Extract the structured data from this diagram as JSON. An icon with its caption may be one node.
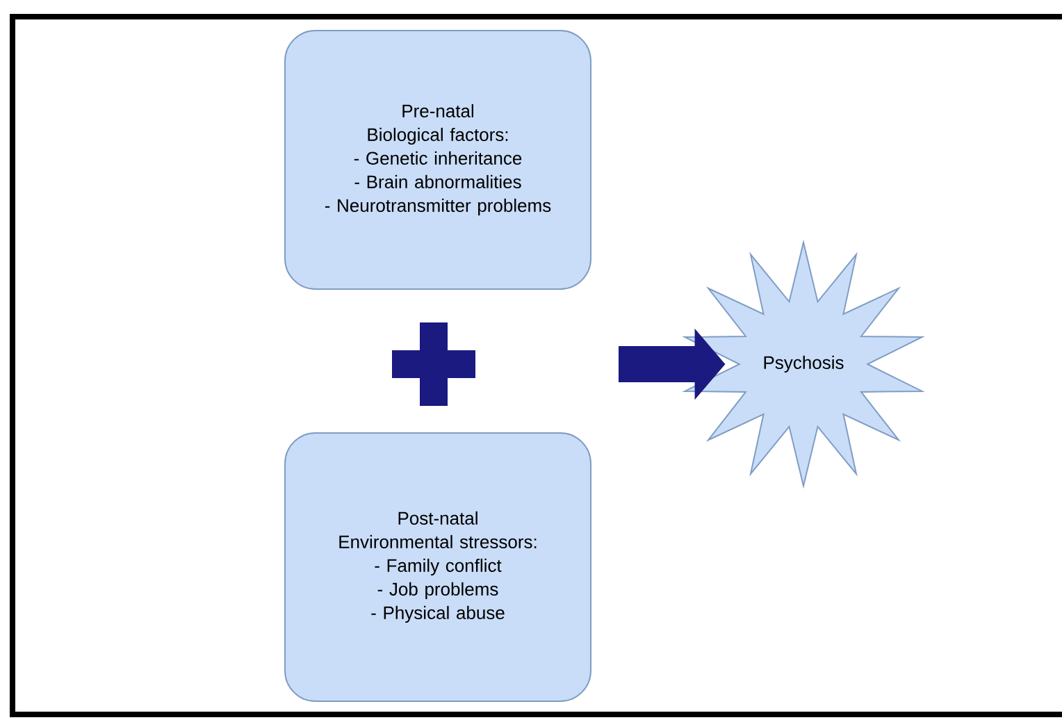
{
  "diagram": {
    "nodes": [
      {
        "text": [
          "Pre-natal",
          "Biological factors:",
          "- Genetic inheritance",
          "- Brain abnormalities",
          "- Neurotransmitter problems"
        ]
      },
      {
        "text": [
          "Post-natal",
          "Environmental stressors:",
          "- Family conflict",
          "- Job problems",
          "- Physical abuse"
        ]
      },
      {
        "text": [
          "Psychosis"
        ]
      }
    ],
    "edges": [
      {
        "from": null,
        "to": 2,
        "arrow": "to"
      }
    ]
  }
}
